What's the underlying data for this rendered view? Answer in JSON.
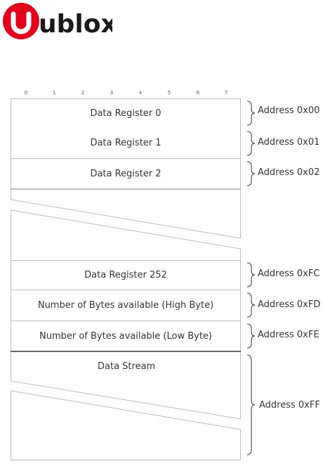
{
  "logo": {
    "text": "ublox"
  },
  "bit_numbers": [
    "0",
    "1",
    "2",
    "3",
    "4",
    "5",
    "6",
    "7"
  ],
  "registers": [
    {
      "label": "Data Register 0",
      "address": "Address 0x00"
    },
    {
      "label": "Data Register 1",
      "address": "Address 0x01"
    },
    {
      "label": "Data Register 2",
      "address": "Address 0x02"
    },
    {
      "label": "Data Register 252",
      "address": "Address 0xFC"
    },
    {
      "label": "Number of Bytes available (High Byte)",
      "address": "Address 0xFD"
    },
    {
      "label": "Number of Bytes available (Low Byte)",
      "address": "Address 0xFE"
    },
    {
      "label": "Data Stream",
      "address": "Address 0xFF"
    }
  ],
  "colors": {
    "brand_red": "#e3001b",
    "border": "#bdbdbd",
    "separator": "#222222"
  }
}
